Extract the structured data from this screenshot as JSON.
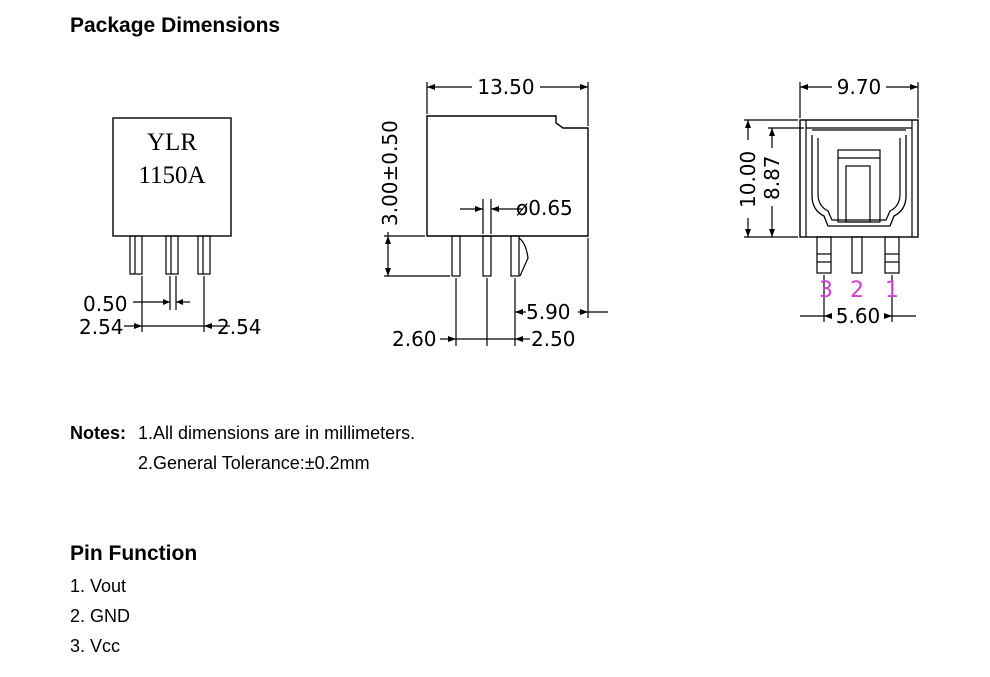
{
  "title": "Package Dimensions",
  "front_view": {
    "marking_line1": "YLR",
    "marking_line2": "1150A",
    "dim_pin_width": "0.50",
    "dim_pitch_left": "2.54",
    "dim_pitch_right": "2.54"
  },
  "side_view": {
    "dim_length": "13.50",
    "dim_height": "3.00±0.50",
    "dim_hole": "ø0.65",
    "dim_pin_offset": "2.60",
    "dim_pin_pitch": "2.50",
    "dim_rear": "5.90"
  },
  "end_view": {
    "dim_width": "9.70",
    "dim_total_height": "10.00",
    "dim_body_height": "8.87",
    "dim_pin_span": "5.60",
    "pin_labels": [
      "3",
      "2",
      "1"
    ]
  },
  "notes": {
    "label": "Notes:",
    "items": [
      "1.All dimensions are in millimeters.",
      "2.General Tolerance:±0.2mm"
    ]
  },
  "pin_function": {
    "title": "Pin Function",
    "items": [
      "1. Vout",
      "2. GND",
      "3. Vcc"
    ]
  },
  "colors": {
    "drawing": "#000000",
    "pin_number": "#d040d0"
  }
}
